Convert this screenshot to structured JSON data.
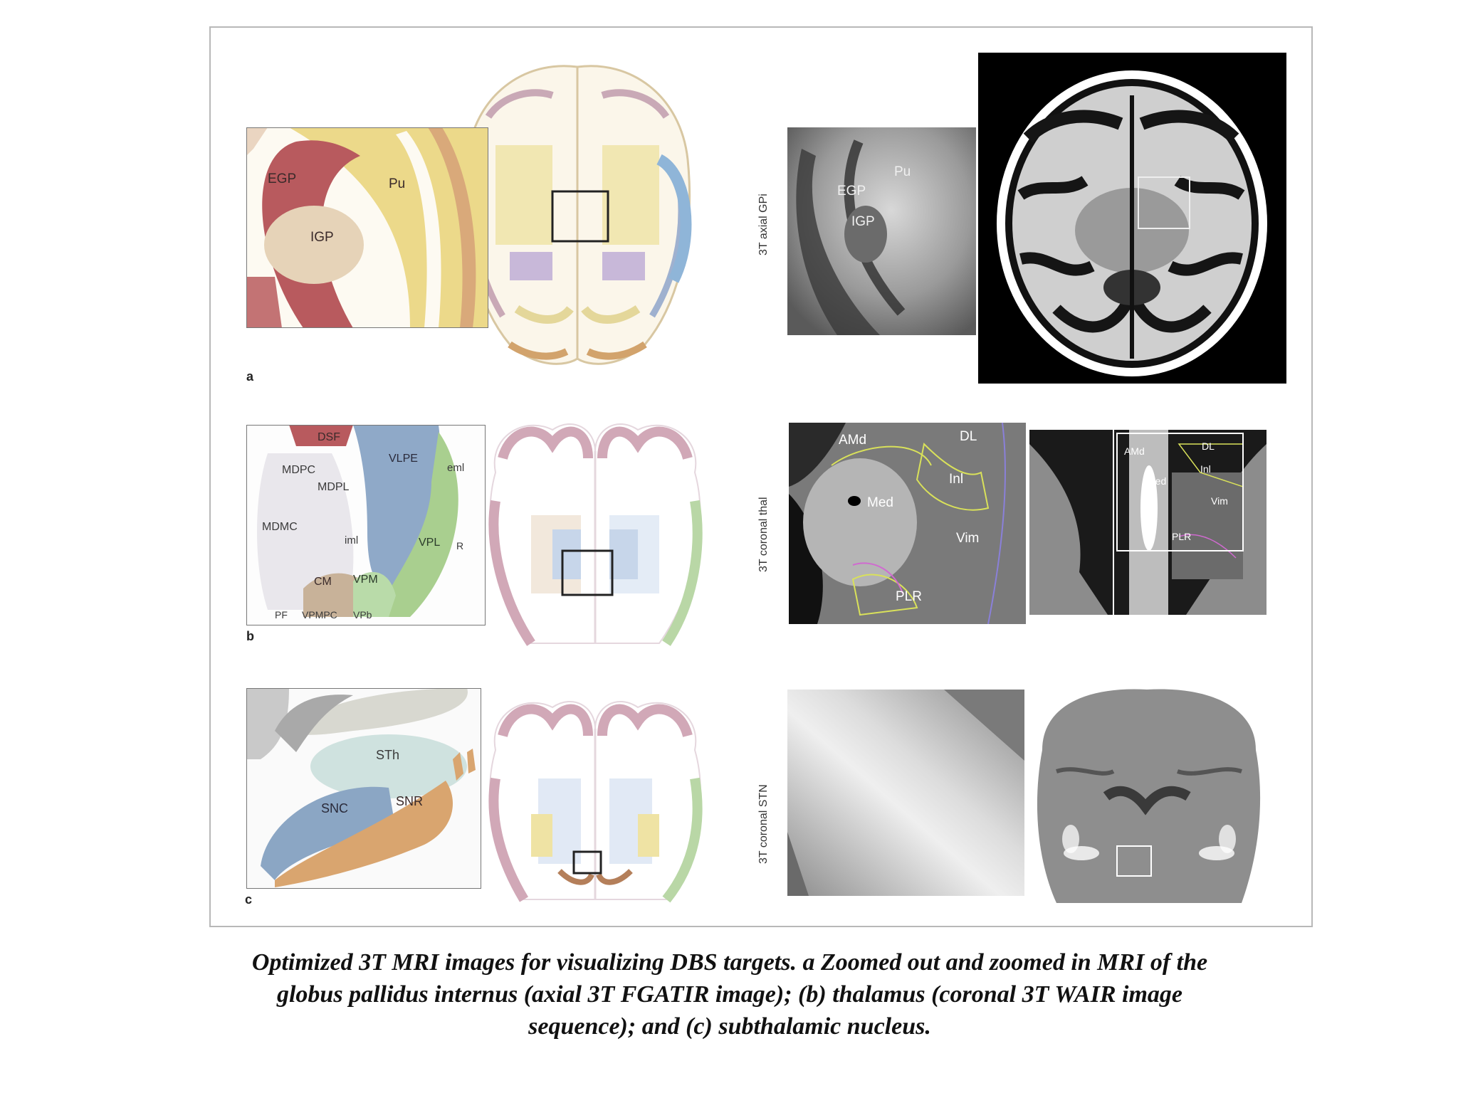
{
  "figure": {
    "panel_a": {
      "letter": "a",
      "atlas_labels": {
        "egp": "EGP",
        "pu": "Pu",
        "igp": "IGP"
      },
      "mri_side_label": "3T axial GPi",
      "mri_labels": {
        "pu": "Pu",
        "egp": "EGP",
        "igp": "IGP"
      }
    },
    "panel_b": {
      "letter": "b",
      "atlas_labels": {
        "dsf": "DSF",
        "mdpc": "MDPC",
        "mdpl": "MDPL",
        "vlpe": "VLPE",
        "eml": "eml",
        "mdmc": "MDMC",
        "iml": "iml",
        "vpl": "VPL",
        "r": "R",
        "cm": "CM",
        "vpm": "VPM",
        "pf": "PF",
        "vpmpc": "VPMPC",
        "vpb": "VPb"
      },
      "mri_side_label": "3T coronal thal",
      "mri_labels": {
        "amd": "AMd",
        "dl": "DL",
        "inl": "Inl",
        "med": "Med",
        "vim": "Vim",
        "plr": "PLR"
      },
      "mri_small_labels": {
        "amd": "AMd",
        "dl": "DL",
        "inl": "Inl",
        "med": "Med",
        "vim": "Vim",
        "plr": "PLR"
      }
    },
    "panel_c": {
      "letter": "c",
      "atlas_labels": {
        "sth": "STh",
        "snc": "SNC",
        "snr": "SNR"
      },
      "mri_side_label": "3T coronal STN"
    }
  },
  "caption": "Optimized 3T MRI images for visualizing DBS targets. a Zoomed out and zoomed in MRI of the globus pallidus internus (axial 3T FGATIR image); (b) thalamus (coronal 3T WAIR image sequence); and (c) subthalamic nucleus.",
  "colors": {
    "pallidum_red": "#b85a5e",
    "putamen_yellow": "#ecd98a",
    "igp_tan": "#e6d3b8",
    "thal_blue": "#8fa9c8",
    "thal_green": "#a9cf8f",
    "sth_teal": "#cfe2df",
    "snr_orange": "#d9a56f",
    "snc_blue": "#8ba6c4"
  }
}
